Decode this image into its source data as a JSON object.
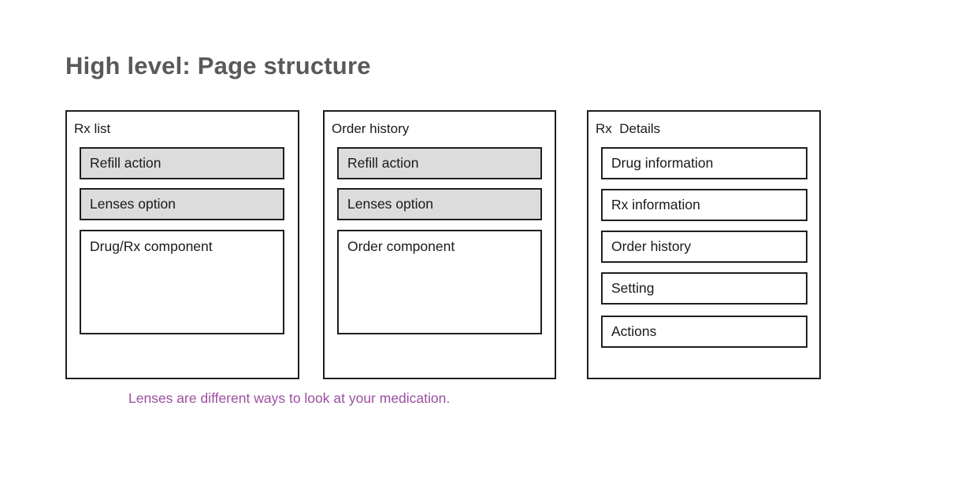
{
  "page": {
    "title": "High level: Page structure",
    "caption": "Lenses are different ways to look at your medication."
  },
  "colors": {
    "background": "#ffffff",
    "title_text": "#595959",
    "border": "#1f1f1f",
    "box_text": "#1a1a1a",
    "gray_fill": "#dcdcdc",
    "white_fill": "#ffffff",
    "caption_text": "#9b4f9f"
  },
  "panels": [
    {
      "title": "Rx list",
      "items": [
        {
          "label": "Refill action",
          "variant": "gray"
        },
        {
          "label": "Lenses option",
          "variant": "gray"
        },
        {
          "label": "Drug/Rx component",
          "variant": "tall"
        }
      ]
    },
    {
      "title": "Order history",
      "items": [
        {
          "label": "Refill action",
          "variant": "gray"
        },
        {
          "label": "Lenses option",
          "variant": "gray"
        },
        {
          "label": "Order component",
          "variant": "tall"
        }
      ]
    },
    {
      "title": "Rx  Details",
      "items": [
        {
          "label": "Drug information",
          "variant": "white"
        },
        {
          "label": "Rx information",
          "variant": "white"
        },
        {
          "label": "Order history",
          "variant": "white"
        },
        {
          "label": "Setting",
          "variant": "white"
        },
        {
          "label": "Actions",
          "variant": "white"
        }
      ]
    }
  ]
}
